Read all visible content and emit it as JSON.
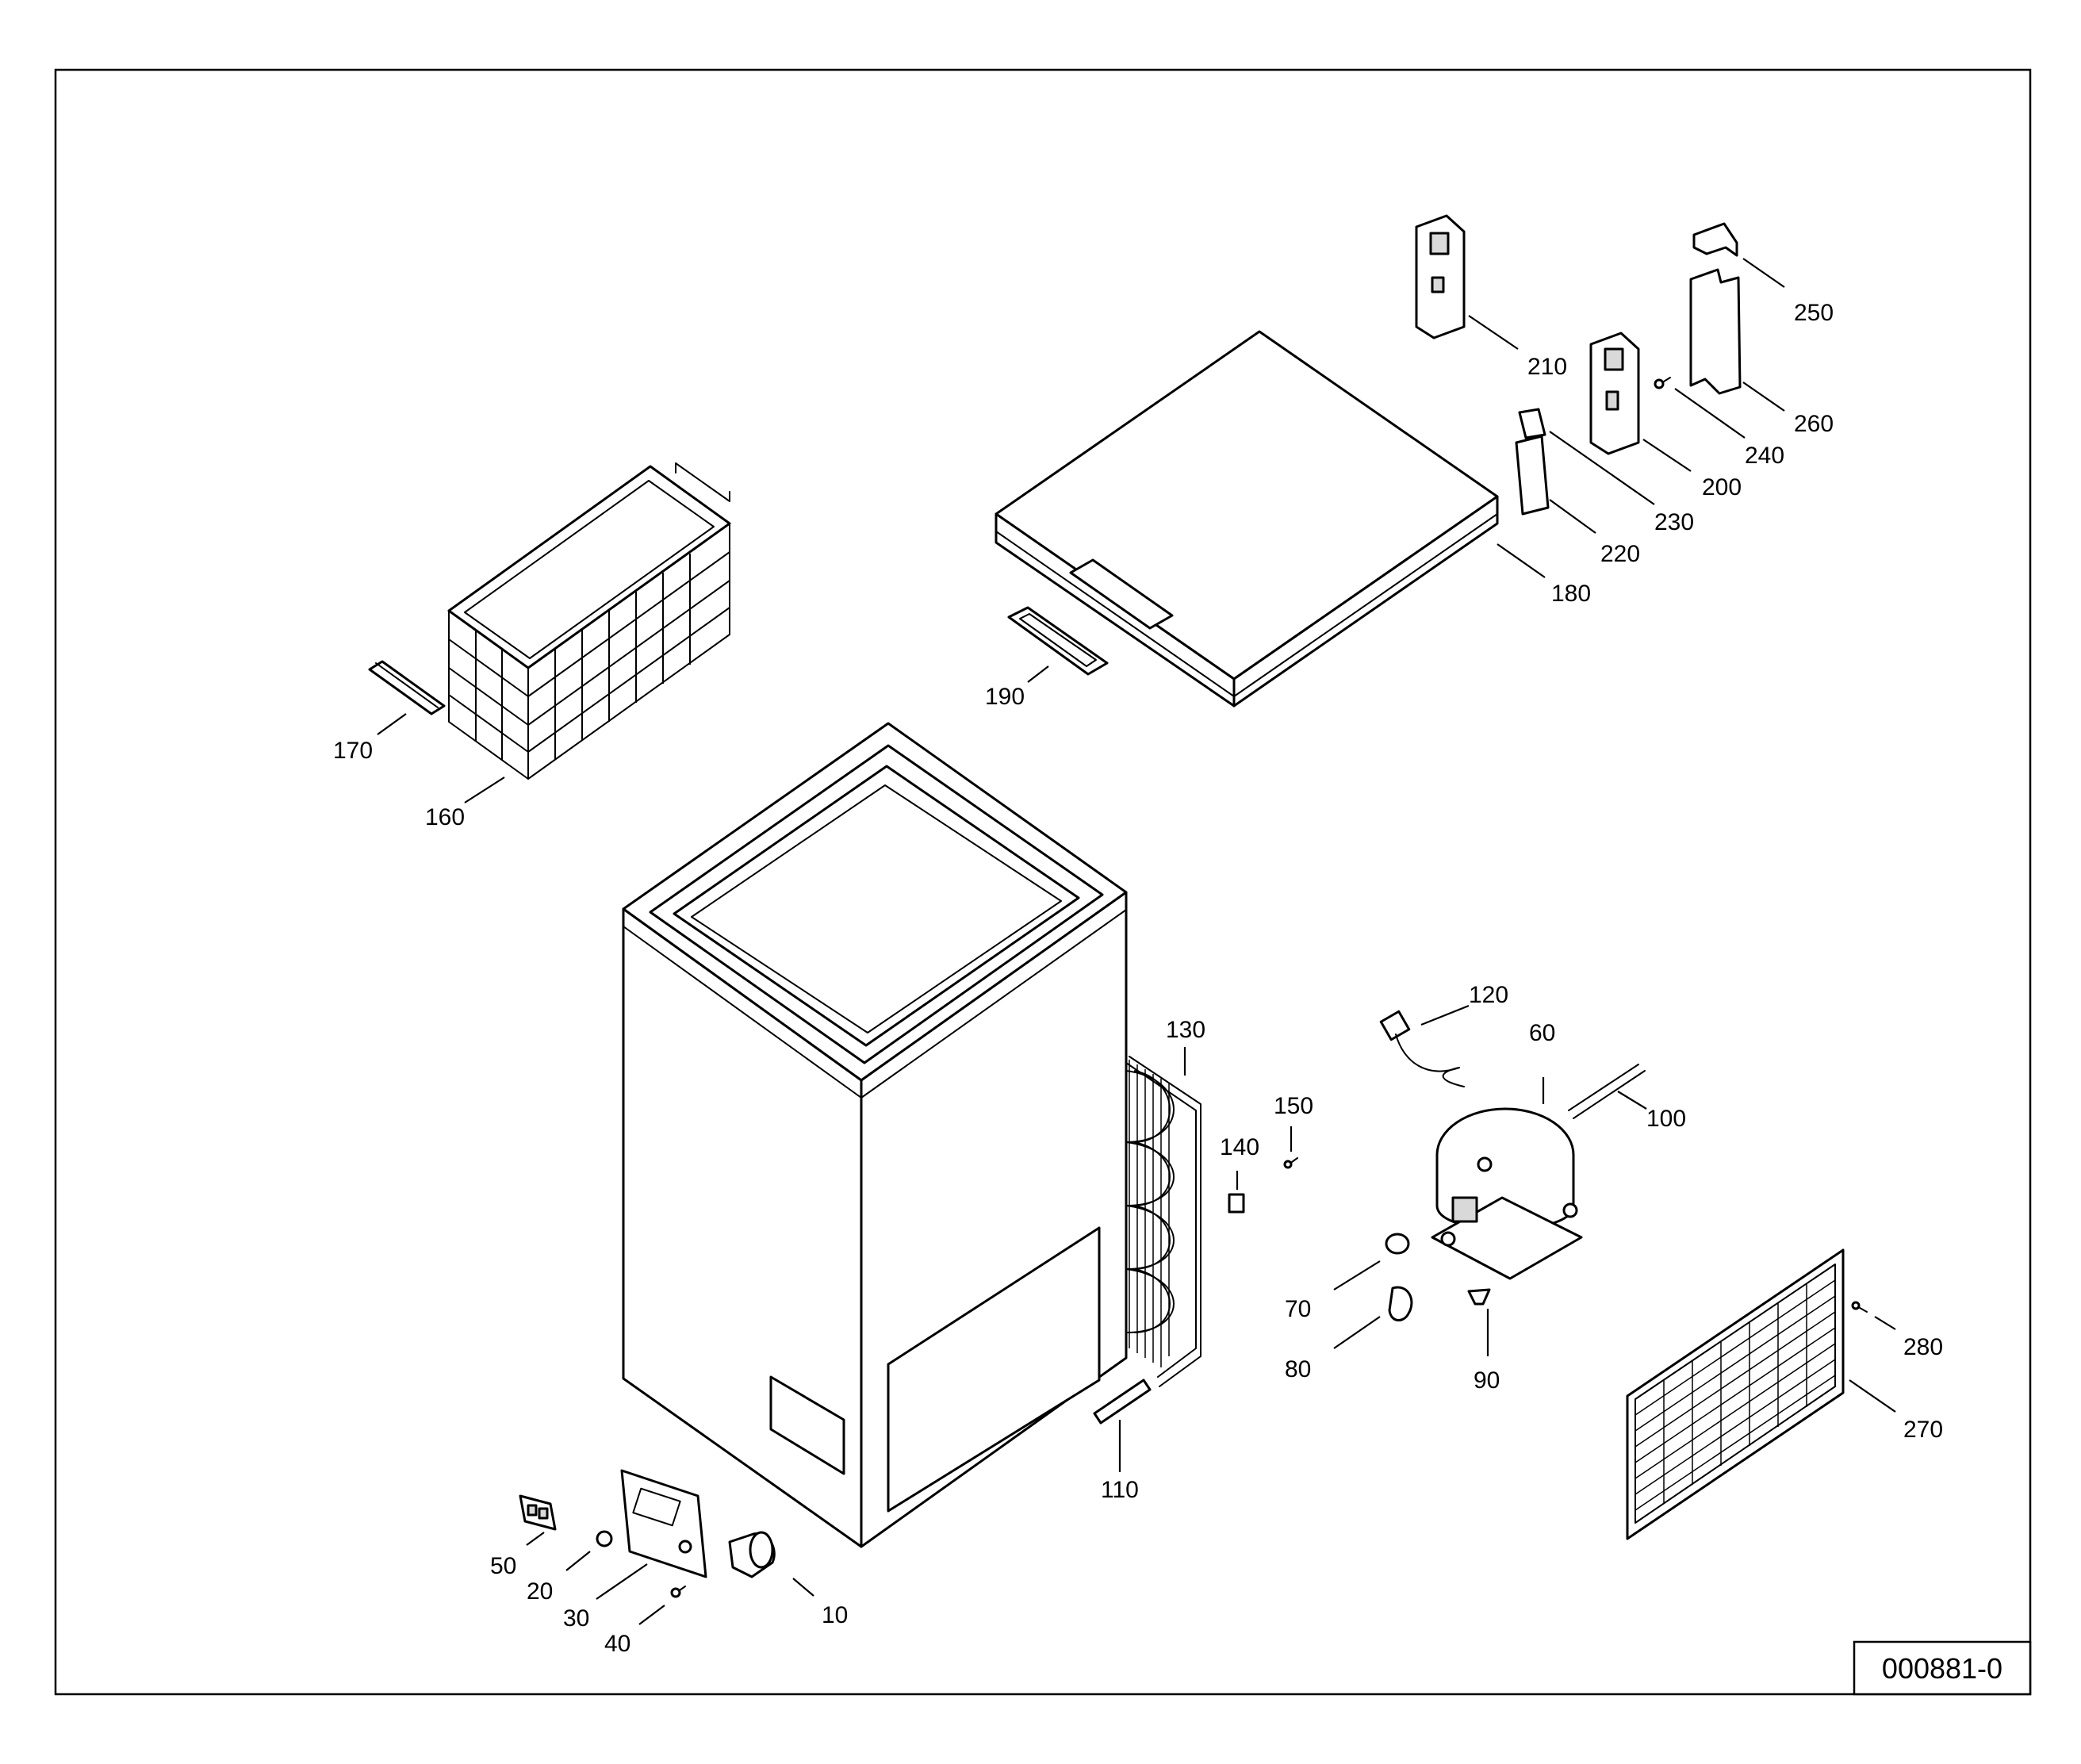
{
  "drawing_number": "000881-0",
  "callouts": [
    {
      "id": "10",
      "label": "10"
    },
    {
      "id": "20",
      "label": "20"
    },
    {
      "id": "30",
      "label": "30"
    },
    {
      "id": "40",
      "label": "40"
    },
    {
      "id": "50",
      "label": "50"
    },
    {
      "id": "60",
      "label": "60"
    },
    {
      "id": "70",
      "label": "70"
    },
    {
      "id": "80",
      "label": "80"
    },
    {
      "id": "90",
      "label": "90"
    },
    {
      "id": "100",
      "label": "100"
    },
    {
      "id": "110",
      "label": "110"
    },
    {
      "id": "120",
      "label": "120"
    },
    {
      "id": "130",
      "label": "130"
    },
    {
      "id": "140",
      "label": "140"
    },
    {
      "id": "150",
      "label": "150"
    },
    {
      "id": "160",
      "label": "160"
    },
    {
      "id": "170",
      "label": "170"
    },
    {
      "id": "180",
      "label": "180"
    },
    {
      "id": "190",
      "label": "190"
    },
    {
      "id": "200",
      "label": "200"
    },
    {
      "id": "210",
      "label": "210"
    },
    {
      "id": "220",
      "label": "220"
    },
    {
      "id": "230",
      "label": "230"
    },
    {
      "id": "240",
      "label": "240"
    },
    {
      "id": "250",
      "label": "250"
    },
    {
      "id": "260",
      "label": "260"
    },
    {
      "id": "270",
      "label": "270"
    },
    {
      "id": "280",
      "label": "280"
    }
  ]
}
